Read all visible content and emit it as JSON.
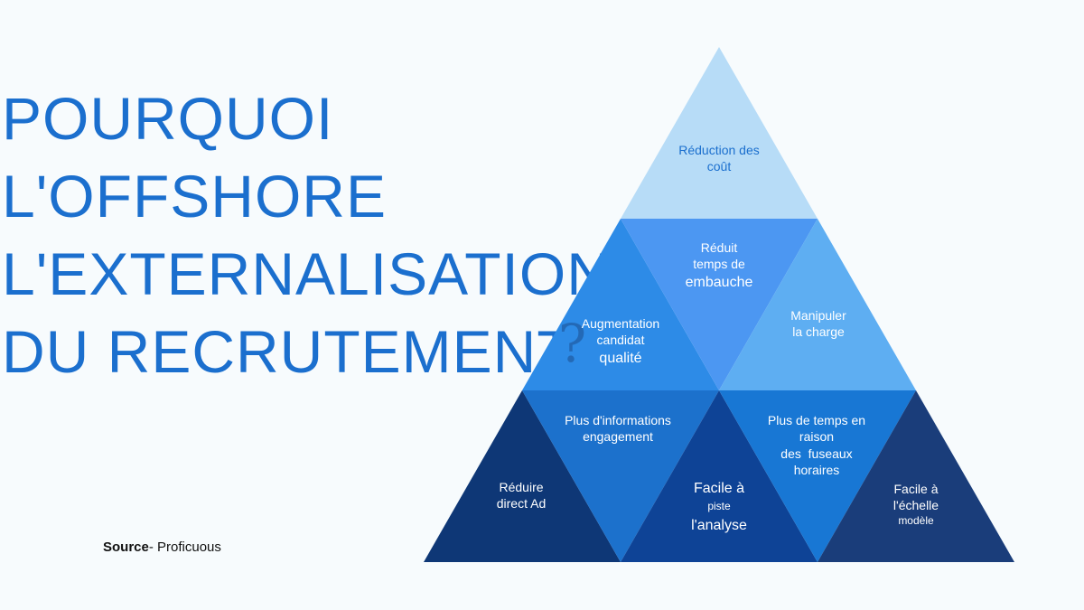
{
  "title_lines": [
    "POURQUOI",
    "L'OFFSHORE",
    "L'EXTERNALISATION",
    "DU RECRUTEMENT"
  ],
  "question_mark": "?",
  "source": {
    "label": "Source",
    "separator": "-",
    "value": "Proficuous"
  },
  "pyramid": {
    "top": {
      "line1": "Réduction des",
      "line2": "coût"
    },
    "middle_center": {
      "line1": "Réduit",
      "line2": "temps de",
      "line3": "embauche"
    },
    "middle_left": {
      "line1": "Augmentation",
      "line2": "candidat",
      "line3": "qualité"
    },
    "middle_right": {
      "line1": "Manipuler",
      "line2": "la charge"
    },
    "bottom_inv_left": {
      "line1": "Plus d'informations",
      "line2": "engagement"
    },
    "bottom_inv_right": {
      "line1": "Plus de temps en",
      "line2": "raison",
      "line3": "des  fuseaux",
      "line4": "horaires"
    },
    "bottom_left": {
      "line1": "Réduire",
      "line2": "direct Ad"
    },
    "bottom_center": {
      "line1": "Facile à",
      "line2": "piste",
      "line3": "l'analyse"
    },
    "bottom_right": {
      "line1": "Facile à",
      "line2": "l'échelle",
      "line3": "modèle"
    }
  },
  "colors": {
    "title": "#1b6fce",
    "top": "#b7dcf7",
    "middle_center": "#4c97f2",
    "middle_left": "#2d8be7",
    "middle_right": "#5eaef2",
    "bottom_inv_left": "#1c71cc",
    "bottom_inv_right": "#1877d4",
    "bottom_left": "#0e3776",
    "bottom_center": "#0e4396",
    "bottom_right": "#1a3d7a"
  }
}
